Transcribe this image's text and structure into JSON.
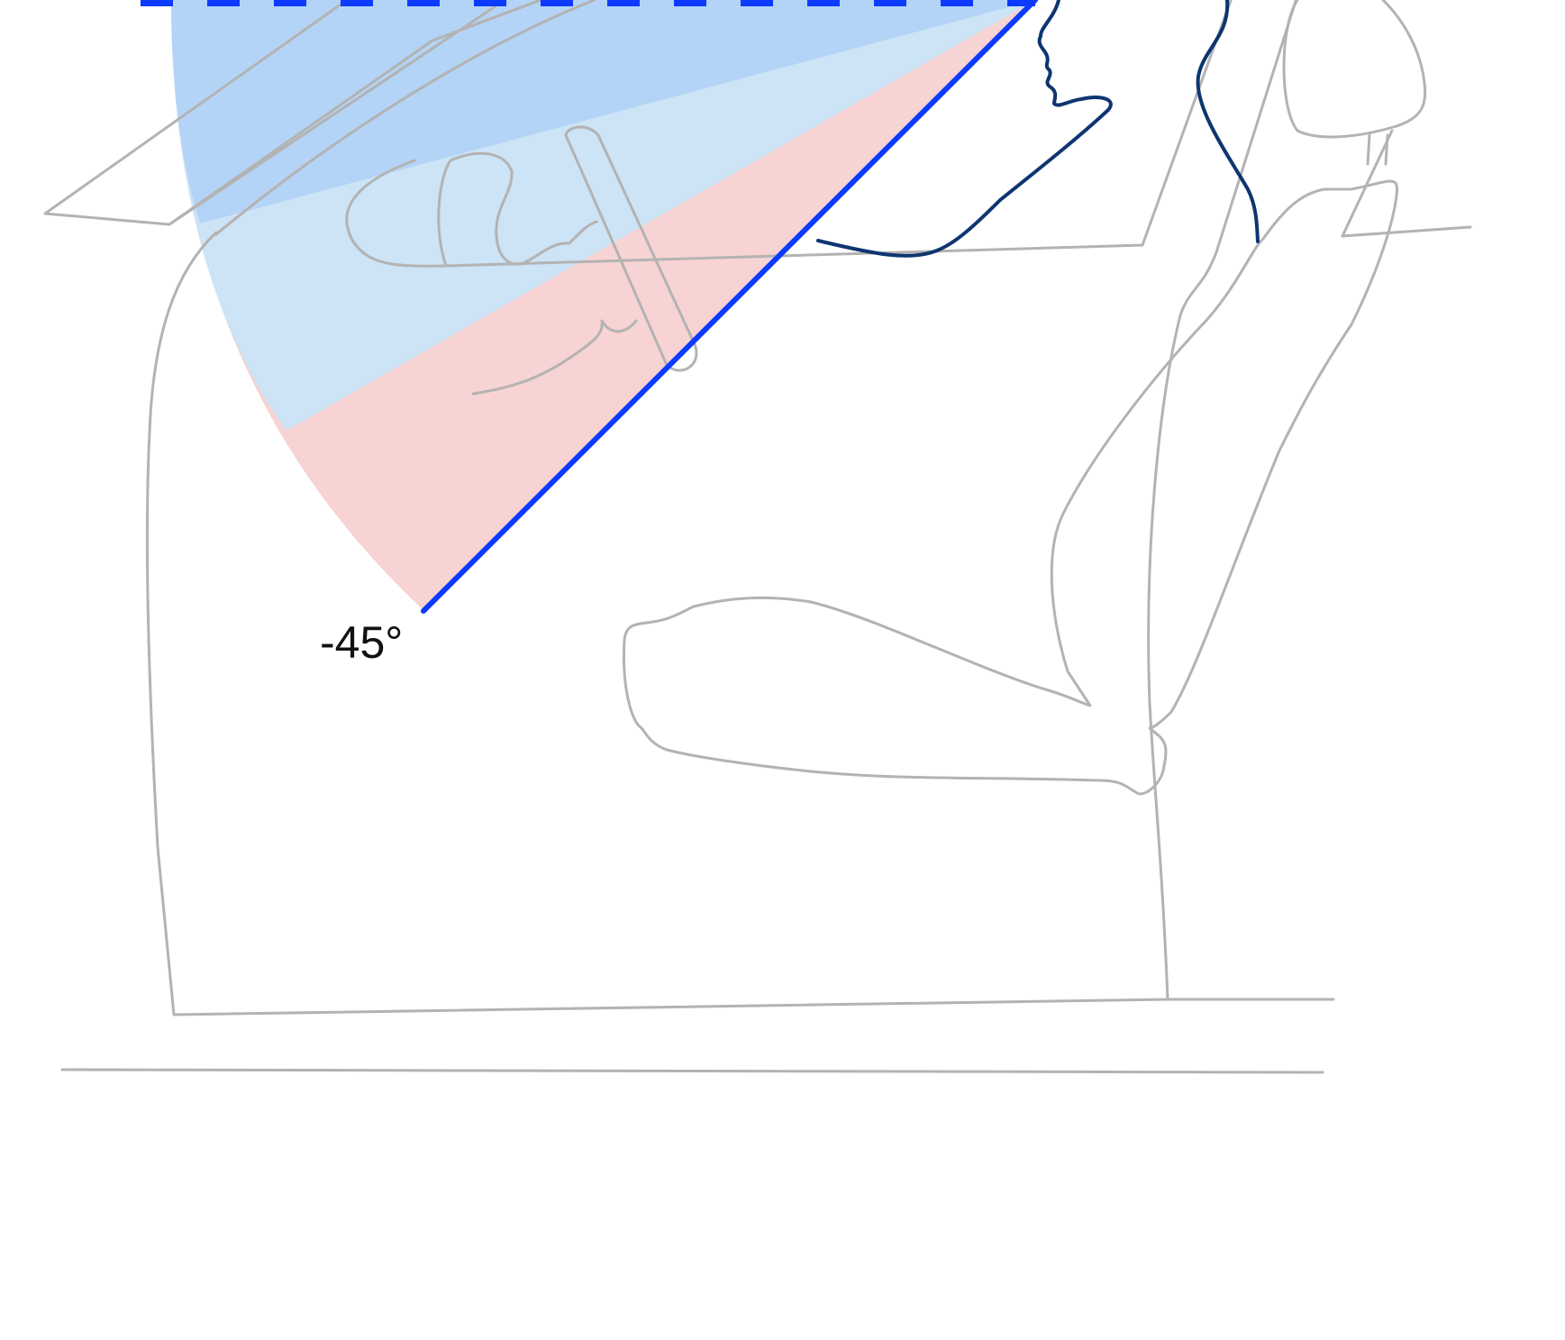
{
  "diagram": {
    "angle_label": "-45°",
    "colors": {
      "upper_zone": "#b3d4f6",
      "middle_zone": "#cde3f6",
      "lower_zone": "#f7d3d3",
      "sight_line": "#0d3aff",
      "horizon_dashes": "#0d3aff",
      "driver_profile": "#0e3570",
      "vehicle_outline": "#b3b3b3"
    },
    "icons": [
      "driver-profile",
      "steering-wheel",
      "car-seat",
      "dashboard"
    ]
  }
}
